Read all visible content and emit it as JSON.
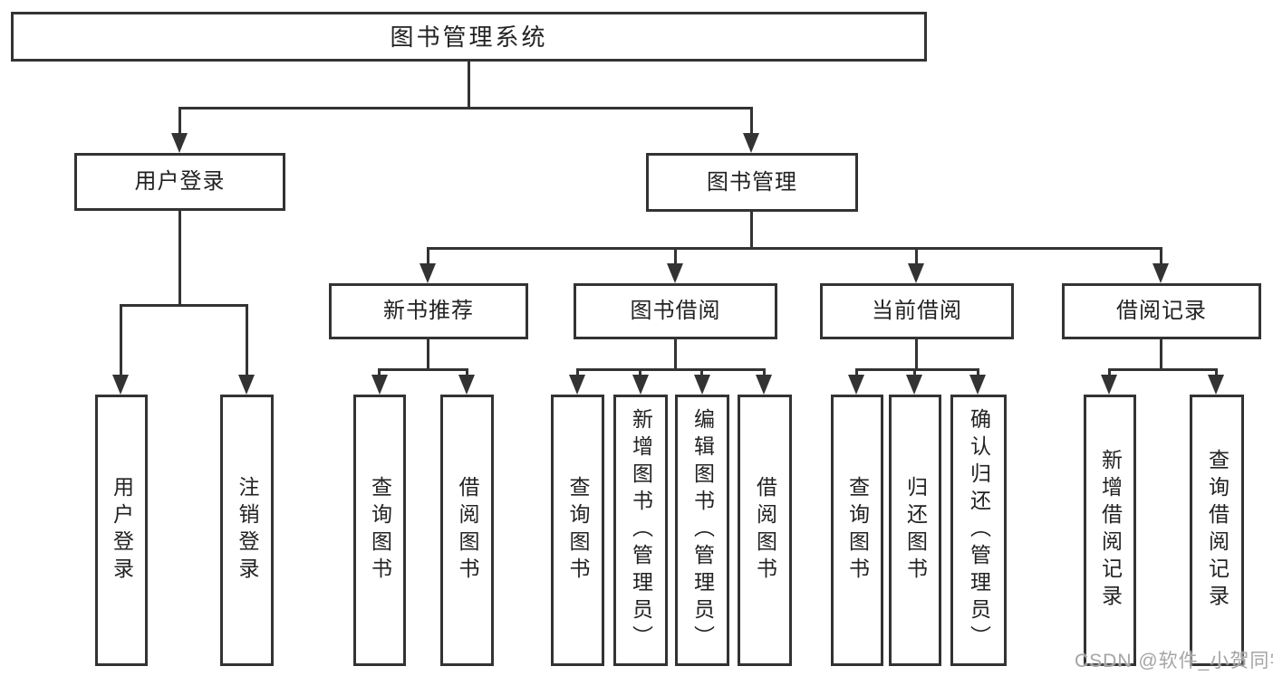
{
  "colors": {
    "line": "#333333",
    "text": "#222222",
    "background": "#ffffff",
    "watermark": "#a5a5a5"
  },
  "watermark": "CSDN @软件_小贺同学",
  "tree": {
    "root": {
      "label": "图书管理系统",
      "children": [
        {
          "label": "用户登录",
          "children": [
            {
              "label": "用户登录"
            },
            {
              "label": "注销登录"
            }
          ]
        },
        {
          "label": "图书管理",
          "children": [
            {
              "label": "新书推荐",
              "children": [
                {
                  "label": "查询图书"
                },
                {
                  "label": "借阅图书"
                }
              ]
            },
            {
              "label": "图书借阅",
              "children": [
                {
                  "label": "查询图书"
                },
                {
                  "label": "新增图书（管理员）"
                },
                {
                  "label": "编辑图书（管理员）"
                },
                {
                  "label": "借阅图书"
                }
              ]
            },
            {
              "label": "当前借阅",
              "children": [
                {
                  "label": "查询图书"
                },
                {
                  "label": "归还图书"
                },
                {
                  "label": "确认归还（管理员）"
                }
              ]
            },
            {
              "label": "借阅记录",
              "children": [
                {
                  "label": "新增借阅记录"
                },
                {
                  "label": "查询借阅记录"
                }
              ]
            }
          ]
        }
      ]
    }
  }
}
